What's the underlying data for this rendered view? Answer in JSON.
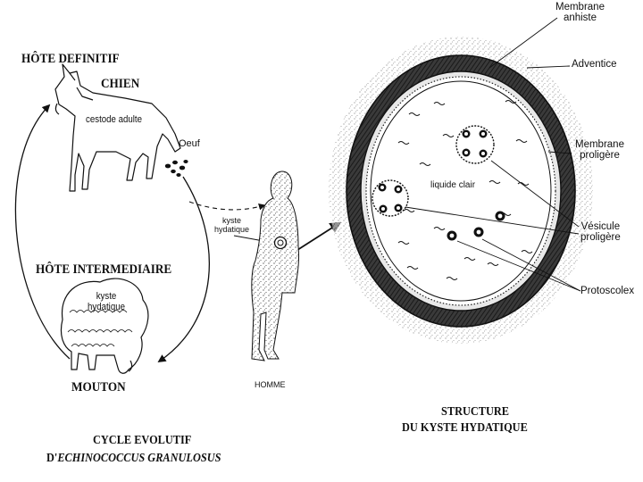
{
  "top_fragment": "",
  "cycle": {
    "hote_definitif": "HÔTE DEFINITIF",
    "chien": "CHIEN",
    "cestode_adulte": "cestode adulte",
    "oeuf": "Oeuf",
    "kyste_hydatique_homme": [
      "kyste",
      "hydatique"
    ],
    "hote_intermediaire": "HÔTE INTERMEDIAIRE",
    "kyste_hydatique_mouton": [
      "kyste",
      "hydatique"
    ],
    "mouton": "MOUTON",
    "homme": "HOMME",
    "title_line1": "CYCLE  EVOLUTIF",
    "title_line2_prefix": "D'",
    "title_line2_species": "ECHINOCOCCUS GRANULOSUS"
  },
  "cyst": {
    "membrane_anhiste": [
      "Membrane",
      "anhiste"
    ],
    "adventice": "Adventice",
    "membrane_proligere": [
      "Membrane",
      "proligère"
    ],
    "liquide_clair": "liquide clair",
    "vesicule_proligere": [
      "Vésicule",
      "proligère"
    ],
    "protoscolex": "Protoscolex",
    "title_line1": "STRUCTURE",
    "title_line2": "DU KYSTE HYDATIQUE"
  }
}
